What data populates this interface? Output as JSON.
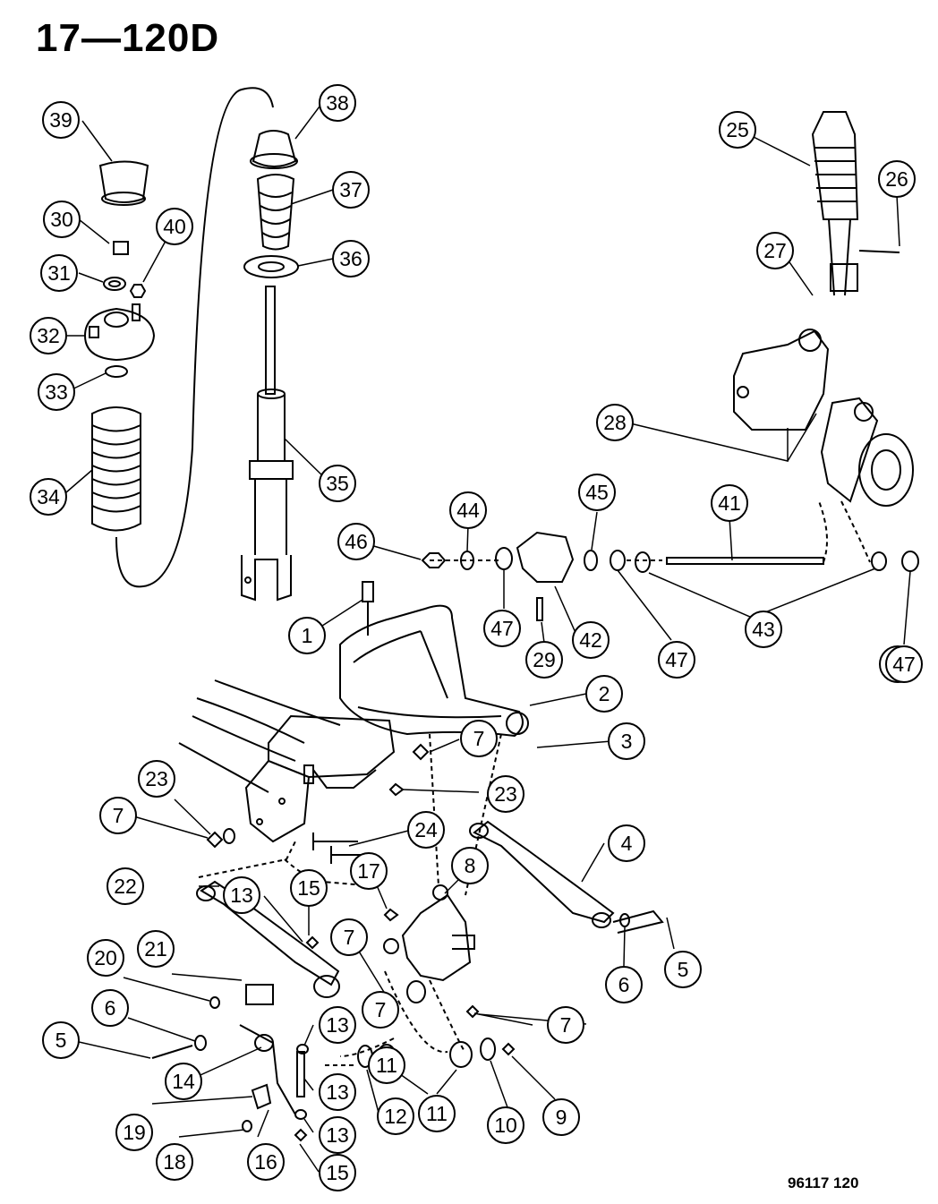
{
  "title": "17—120D",
  "figure_code": "96117  120",
  "callouts": [
    "1",
    "2",
    "3",
    "4",
    "5",
    "5",
    "6",
    "6",
    "7",
    "7",
    "7",
    "7",
    "7",
    "8",
    "9",
    "10",
    "11",
    "11",
    "12",
    "13",
    "13",
    "13",
    "13",
    "14",
    "15",
    "15",
    "16",
    "17",
    "18",
    "19",
    "20",
    "21",
    "22",
    "23",
    "23",
    "24",
    "25",
    "26",
    "27",
    "28",
    "29",
    "30",
    "31",
    "32",
    "33",
    "34",
    "35",
    "36",
    "37",
    "38",
    "39",
    "40",
    "41",
    "42",
    "43",
    "44",
    "45",
    "46",
    "47",
    "47",
    "47",
    "47"
  ],
  "colors": {
    "ink": "#000000",
    "paper": "#ffffff"
  }
}
